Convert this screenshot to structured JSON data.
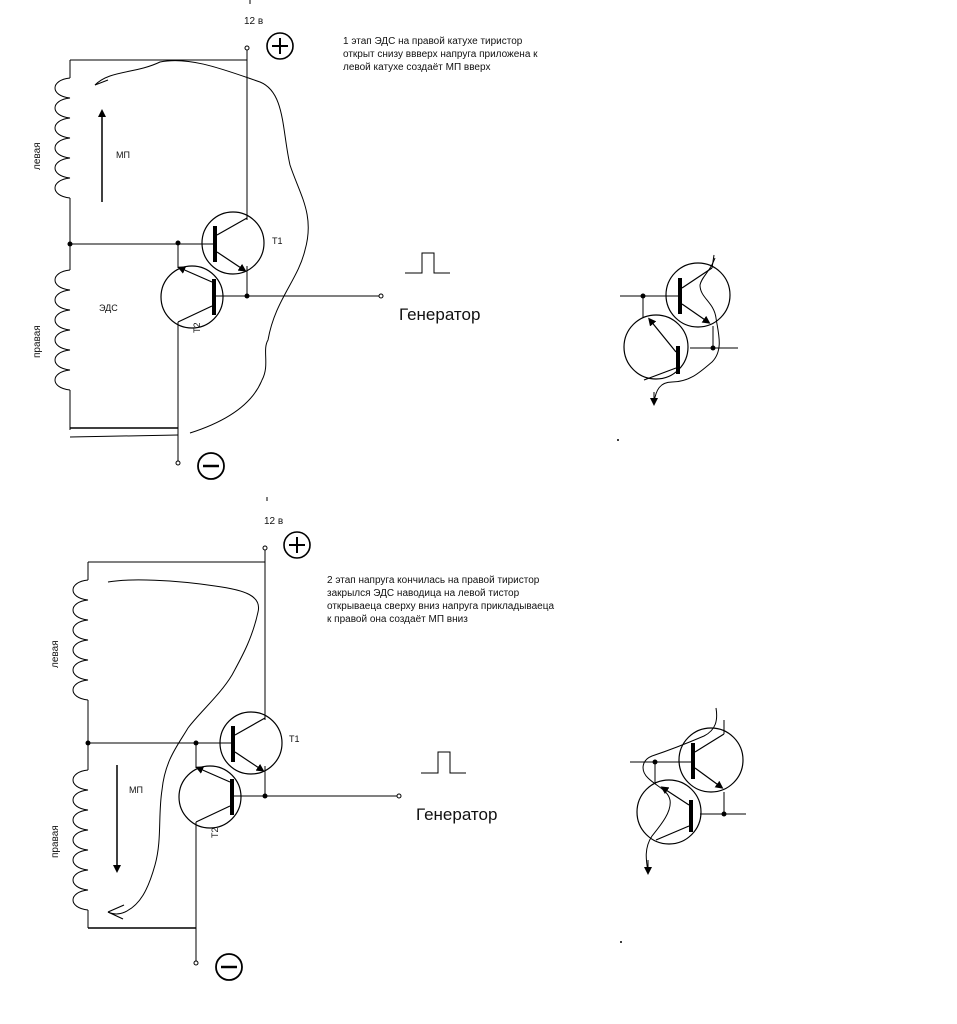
{
  "diagrams": [
    {
      "id": "stage1",
      "supply_label": "12 в",
      "note": "1 этап ЭДС на правой катухе тиристор\nоткрыт снизу ввверх напруга приложена к\nлевой катухе создаёт МП вверх",
      "coil_top_label": "левая",
      "coil_bottom_label": "правая",
      "field_label": "МП",
      "emf_label": "ЭДС",
      "t1_label": "T1",
      "t2_label": "T2",
      "generator_label": "Генератор"
    },
    {
      "id": "stage2",
      "supply_label": "12 в",
      "note": "2 этап напруга кончилась на правой тиристор\nзакрылся ЭДС наводица на левой тистор\nоткрываеца сверху вниз напруга прикладываеца\nк правой она создаёт МП вниз",
      "coil_top_label": "левая",
      "coil_bottom_label": "правая",
      "field_label": "МП",
      "t1_label": "T1",
      "t2_label": "T2",
      "generator_label": "Генератор"
    }
  ]
}
